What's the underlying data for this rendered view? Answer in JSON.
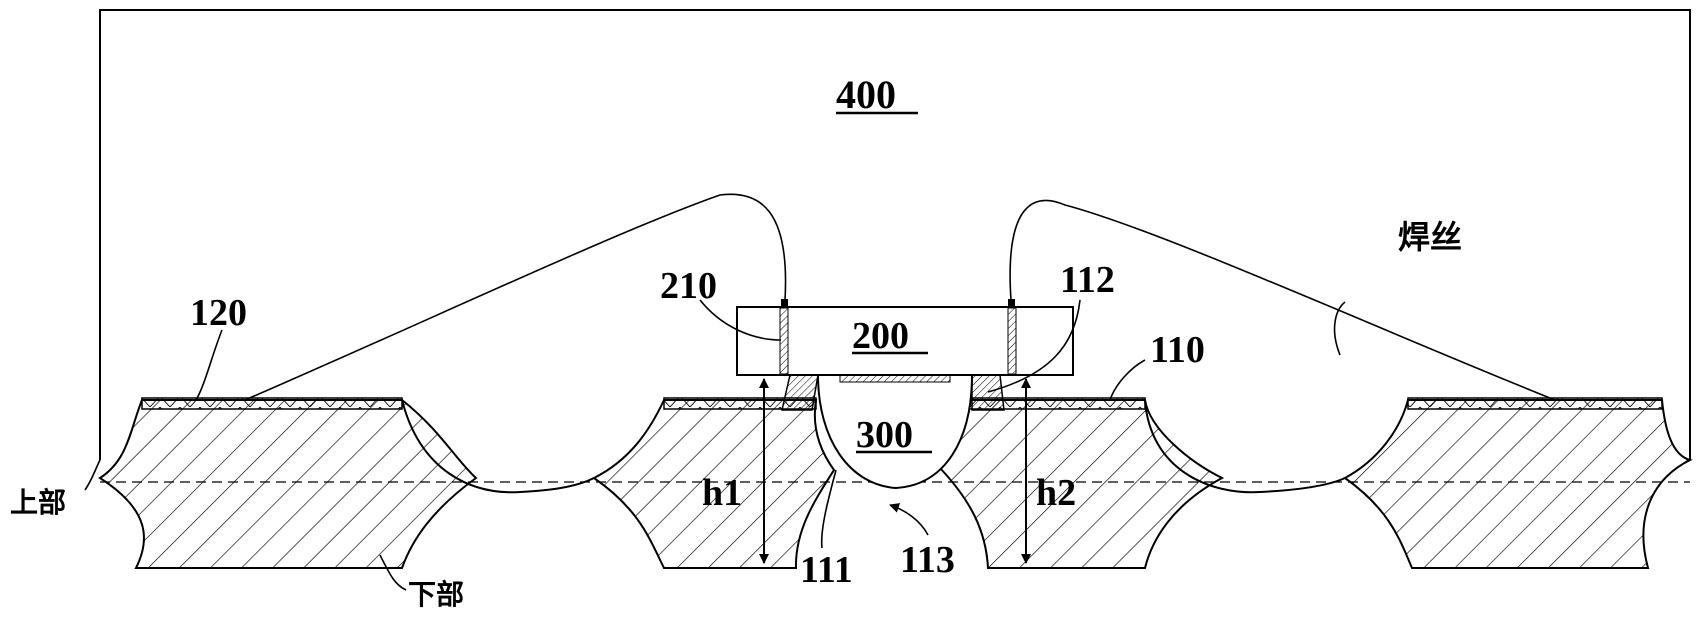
{
  "labels": {
    "encapsulation": "400",
    "chip": "200",
    "cavity": "300",
    "substrate_110": "110",
    "substrate_120": "120",
    "pad_210": "210",
    "solder_112": "112",
    "edge_111": "111",
    "notch_113": "113",
    "height_h1": "h1",
    "height_h2": "h2",
    "upper": "上部",
    "lower": "下部",
    "wire": "焊丝"
  },
  "colors": {
    "line": "#000000",
    "background": "#ffffff"
  }
}
